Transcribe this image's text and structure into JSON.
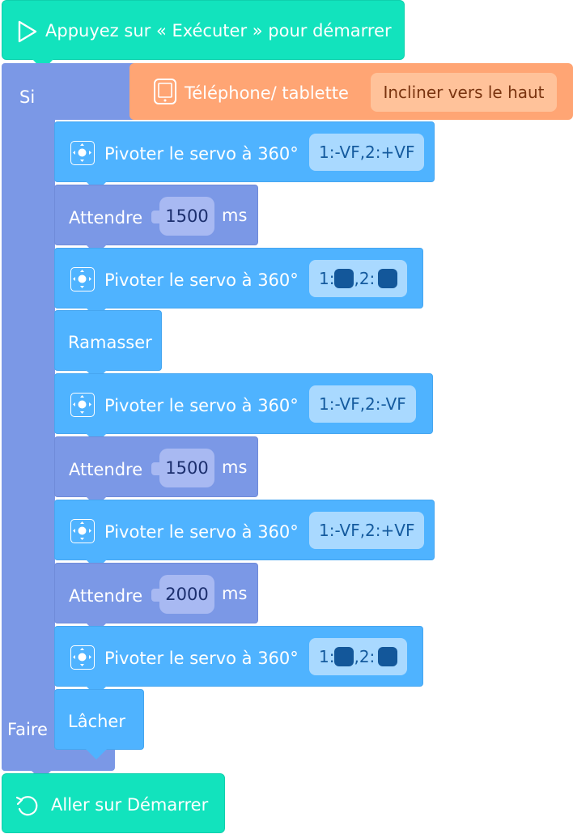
{
  "start": {
    "label": "Appuyez sur « Exécuter » pour démarrer"
  },
  "if_block": {
    "if_label": "Si",
    "do_label": "Faire"
  },
  "condition": {
    "device": "Téléphone/ tablette",
    "value": "Incliner vers le haut"
  },
  "blocks": {
    "b1": {
      "label": "Pivoter le servo à 360°",
      "value": "1:-VF,2:+VF"
    },
    "b2": {
      "label": "Attendre",
      "value": "1500",
      "unit": "ms"
    },
    "b3": {
      "label": "Pivoter le servo à 360°",
      "v1": "1:",
      "v2": ",2:"
    },
    "b4": {
      "label": "Ramasser"
    },
    "b5": {
      "label": "Pivoter le servo à 360°",
      "value": "1:-VF,2:-VF"
    },
    "b6": {
      "label": "Attendre",
      "value": "1500",
      "unit": "ms"
    },
    "b7": {
      "label": "Pivoter le servo à 360°",
      "value": "1:-VF,2:+VF"
    },
    "b8": {
      "label": "Attendre",
      "value": "2000",
      "unit": "ms"
    },
    "b9": {
      "label": "Pivoter le servo à 360°",
      "v1": "1:",
      "v2": ",2:"
    },
    "b10": {
      "label": "Lâcher"
    }
  },
  "end": {
    "label": "Aller sur Démarrer"
  },
  "colors": {
    "event": "#12e3bd",
    "control": "#7b98e6",
    "sensor": "#ffa574",
    "servo": "#4fb3ff",
    "swatch": "#13579a"
  },
  "icons": [
    "play-icon",
    "tablet-icon",
    "servo-icon",
    "refresh-icon"
  ]
}
